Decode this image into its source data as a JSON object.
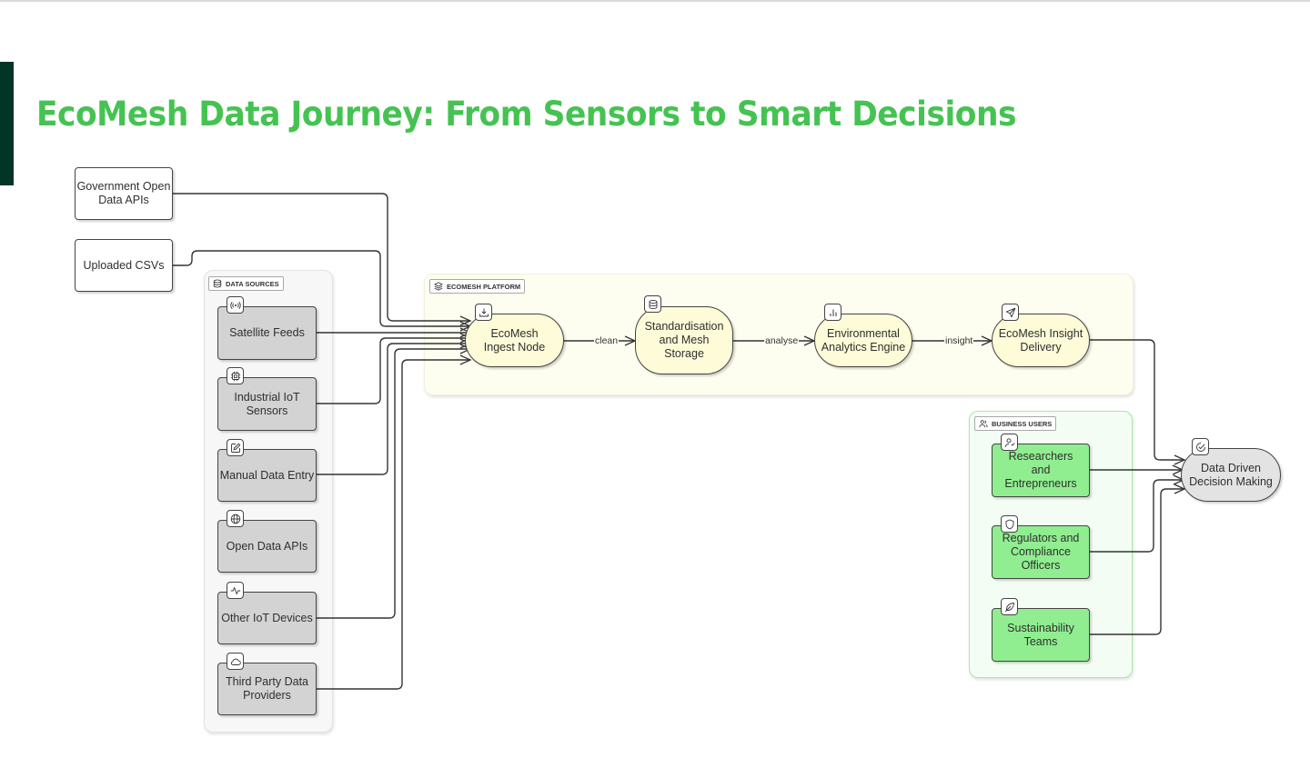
{
  "page": {
    "title": "EcoMesh Data Journey: From Sensors to Smart Decisions",
    "title_color": "#45c352",
    "accent_color": "#033527"
  },
  "external_sources": [
    {
      "id": "gov",
      "label": "Government Open Data APIs"
    },
    {
      "id": "csv",
      "label": "Uploaded CSVs"
    }
  ],
  "groups": {
    "data_sources": {
      "label": "DATA SOURCES",
      "icon": "database-icon",
      "items": [
        {
          "id": "sat",
          "label": "Satellite Feeds",
          "icon": "broadcast-icon"
        },
        {
          "id": "iiot",
          "label": "Industrial IoT Sensors",
          "icon": "cpu-chip-icon"
        },
        {
          "id": "manual",
          "label": "Manual Data Entry",
          "icon": "edit-icon"
        },
        {
          "id": "open",
          "label": "Open Data APIs",
          "icon": "globe-icon"
        },
        {
          "id": "oiot",
          "label": "Other IoT Devices",
          "icon": "activity-icon"
        },
        {
          "id": "third",
          "label": "Third Party Data Providers",
          "icon": "cloud-icon"
        }
      ]
    },
    "platform": {
      "label": "ECOMESH PLATFORM",
      "icon": "layers-icon",
      "items": [
        {
          "id": "ingest",
          "label": "EcoMesh Ingest Node",
          "icon": "download-icon"
        },
        {
          "id": "storage",
          "label": "Standardisation and Mesh Storage",
          "icon": "database-icon"
        },
        {
          "id": "analytics",
          "label": "Environmental Analytics Engine",
          "icon": "bar-chart-icon"
        },
        {
          "id": "delivery",
          "label": "EcoMesh Insight Delivery",
          "icon": "send-icon"
        }
      ]
    },
    "business_users": {
      "label": "BUSINESS USERS",
      "icon": "users-icon",
      "items": [
        {
          "id": "research",
          "label": "Researchers and Entrepreneurs",
          "icon": "user-check-icon"
        },
        {
          "id": "regulators",
          "label": "Regulators and Compliance Officers",
          "icon": "shield-icon"
        },
        {
          "id": "sustain",
          "label": "Sustainability Teams",
          "icon": "leaf-icon"
        }
      ]
    }
  },
  "decision": {
    "id": "decision",
    "label": "Data Driven Decision Making",
    "icon": "check-circle-icon"
  },
  "edges": [
    {
      "from": "gov",
      "to": "ingest",
      "label": ""
    },
    {
      "from": "csv",
      "to": "ingest",
      "label": ""
    },
    {
      "from": "sat",
      "to": "ingest",
      "label": ""
    },
    {
      "from": "iiot",
      "to": "ingest",
      "label": ""
    },
    {
      "from": "manual",
      "to": "ingest",
      "label": ""
    },
    {
      "from": "oiot",
      "to": "ingest",
      "label": ""
    },
    {
      "from": "third",
      "to": "ingest",
      "label": ""
    },
    {
      "from": "ingest",
      "to": "storage",
      "label": "clean"
    },
    {
      "from": "storage",
      "to": "analytics",
      "label": "analyse"
    },
    {
      "from": "analytics",
      "to": "delivery",
      "label": "insight"
    },
    {
      "from": "delivery",
      "to": "decision",
      "label": ""
    },
    {
      "from": "research",
      "to": "decision",
      "label": ""
    },
    {
      "from": "regulators",
      "to": "decision",
      "label": ""
    },
    {
      "from": "sustain",
      "to": "decision",
      "label": ""
    }
  ]
}
